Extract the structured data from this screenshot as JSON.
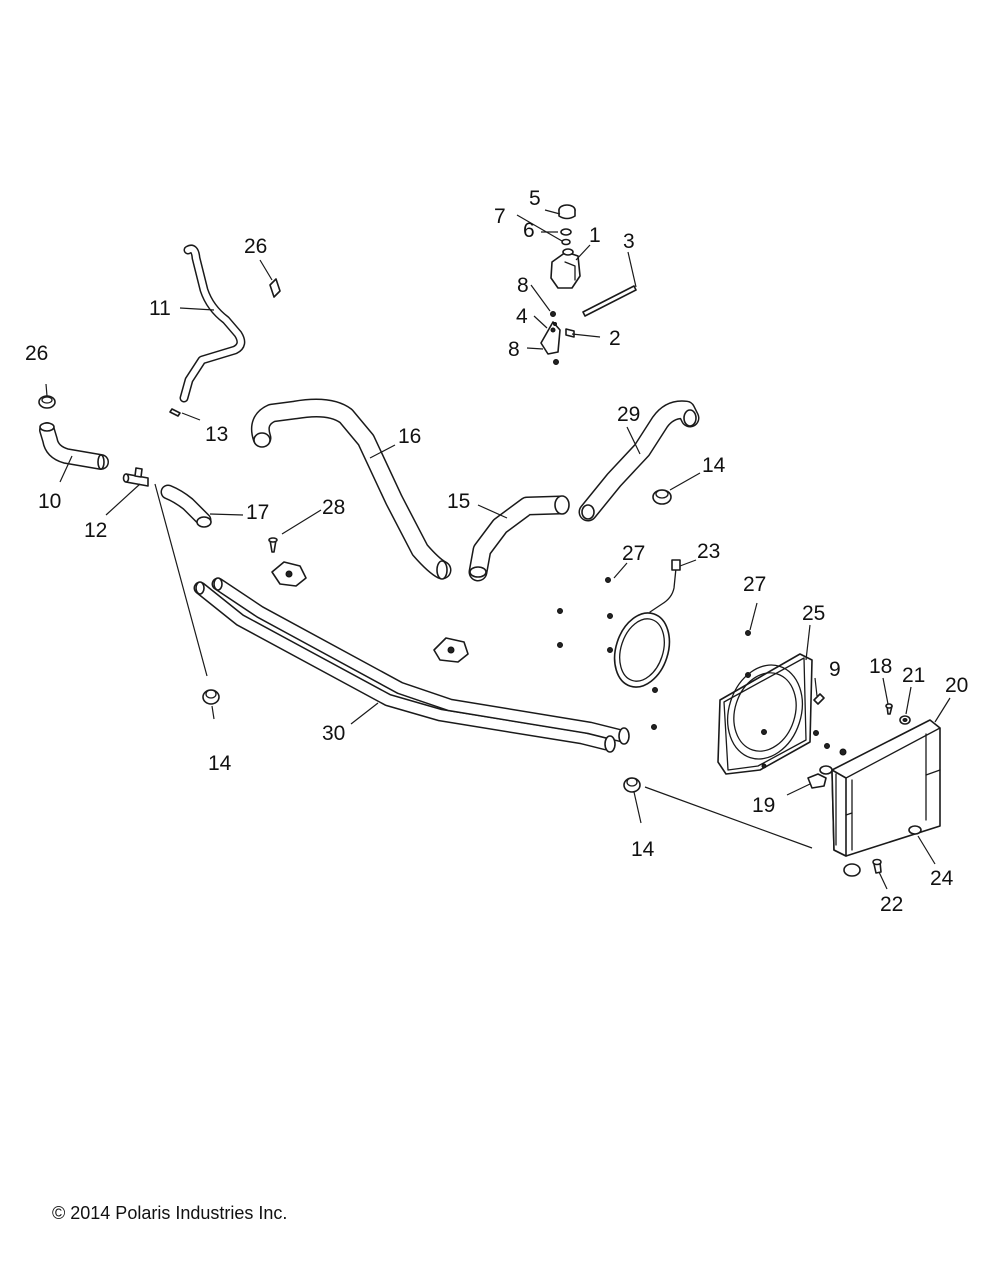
{
  "callouts": {
    "c1": "1",
    "c2": "2",
    "c3": "3",
    "c4": "4",
    "c5": "5",
    "c6": "6",
    "c7": "7",
    "c8a": "8",
    "c8b": "8",
    "c9": "9",
    "c10": "10",
    "c11": "11",
    "c12": "12",
    "c13": "13",
    "c14a": "14",
    "c14b": "14",
    "c14c": "14",
    "c15": "15",
    "c16": "16",
    "c17": "17",
    "c18": "18",
    "c19": "19",
    "c20": "20",
    "c21": "21",
    "c22": "22",
    "c23": "23",
    "c24": "24",
    "c25": "25",
    "c26a": "26",
    "c26b": "26",
    "c27a": "27",
    "c27b": "27",
    "c28": "28",
    "c29": "29",
    "c30": "30"
  },
  "footer": {
    "copyright": "© 2014 Polaris Industries Inc."
  }
}
